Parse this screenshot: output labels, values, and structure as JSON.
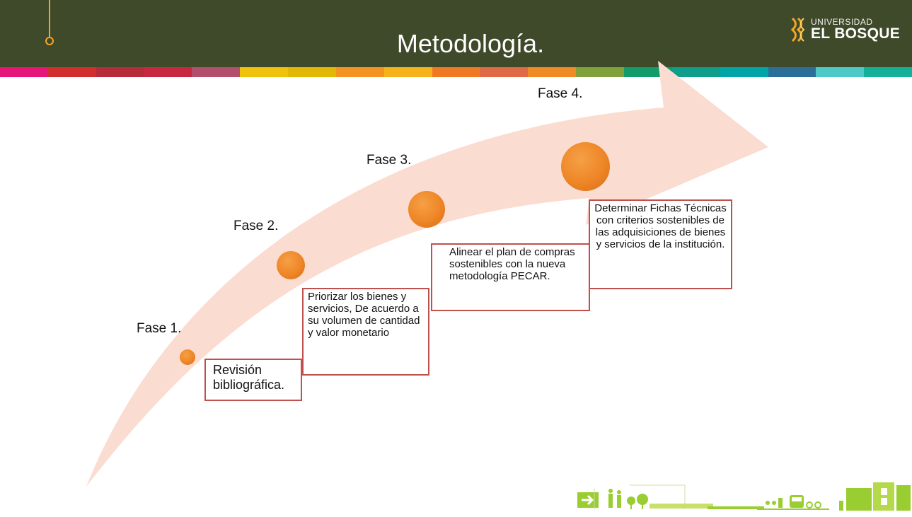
{
  "header": {
    "title": "Metodología.",
    "logo_small": "UNIVERSIDAD",
    "logo_big": "EL BOSQUE",
    "background": "#3f4a2a"
  },
  "stripe_colors": [
    "#e5157a",
    "#d12f2f",
    "#b72c3a",
    "#c8283f",
    "#b44e6f",
    "#efc20b",
    "#e3b706",
    "#f39322",
    "#f5b21a",
    "#f07a24",
    "#df6a45",
    "#f08a24",
    "#7fa03a",
    "#129b6b",
    "#0f9e8a",
    "#00a5a8",
    "#2c6e9a",
    "#4fc8c8",
    "#13b09a"
  ],
  "accent_colors": {
    "arrow": "#fbdcd0",
    "dot": "#ee8627",
    "box_border": "#c0504d"
  },
  "phases": [
    {
      "label": "Fase 1.",
      "text": "Revisión bibliográfica."
    },
    {
      "label": "Fase 2.",
      "text": "Priorizar los bienes y servicios, De acuerdo a su volumen de cantidad y valor monetario"
    },
    {
      "label": "Fase 3.",
      "text": "Alinear el plan de compras sostenibles con la nueva metodología PECAR."
    },
    {
      "label": "Fase 4.",
      "text": "Determinar Fichas Técnicas con criterios sostenibles de las adquisiciones de bienes y servicios de la institución."
    }
  ]
}
